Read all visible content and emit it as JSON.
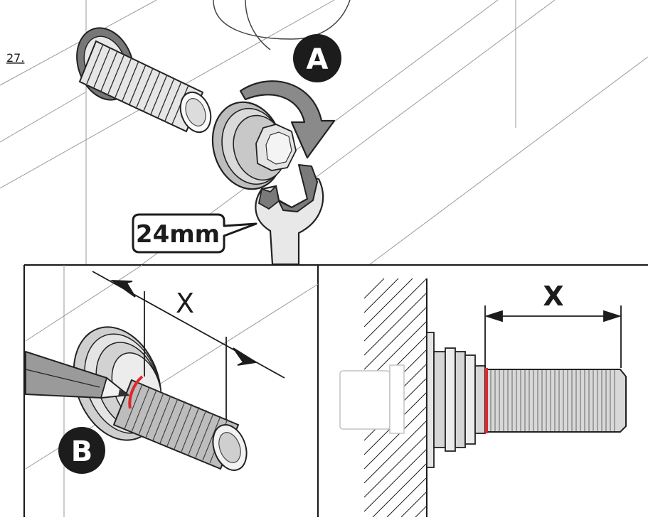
{
  "step_number": "27.",
  "callouts": {
    "a": "A",
    "b": "B",
    "wrench_size": "24mm"
  },
  "dimensions": {
    "left_label": "X",
    "right_label": "X"
  },
  "colors": {
    "line": "#1a1a1a",
    "fill_light": "#ececec",
    "fill_mid": "#bdbdbd",
    "fill_dark": "#7a7a7a",
    "badge": "#1c1c1c",
    "marker": "#e0262b",
    "arrow": "#8a8a8a"
  }
}
